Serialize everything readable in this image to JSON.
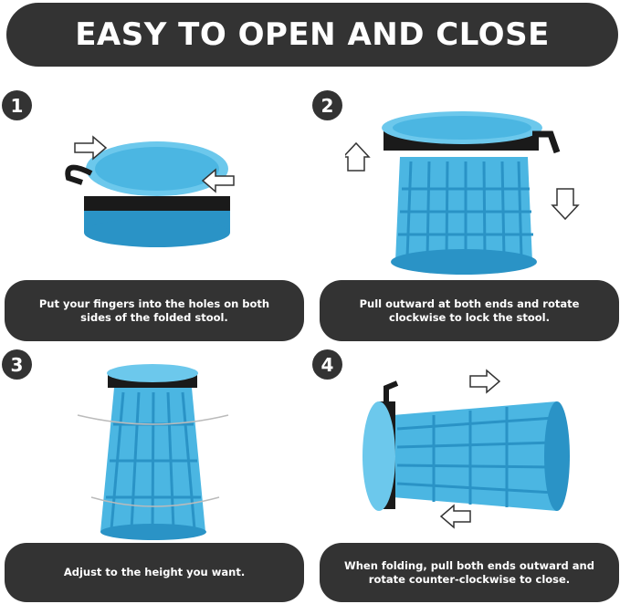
{
  "header": {
    "title": "EASY TO OPEN AND CLOSE"
  },
  "steps": [
    {
      "number": "1",
      "caption": "Put your fingers into the holes on both sides of the folded stool."
    },
    {
      "number": "2",
      "caption": "Pull outward at both ends and rotate clockwise to lock the stool."
    },
    {
      "number": "3",
      "caption": "Adjust to the height you want."
    },
    {
      "number": "4",
      "caption": "When folding, pull both ends outward and rotate counter-clockwise to close."
    }
  ],
  "colors": {
    "panel": "#333333",
    "stool_blue": "#4bb6e2",
    "stool_dark": "#2a93c6",
    "strap": "#1a1a1a"
  }
}
